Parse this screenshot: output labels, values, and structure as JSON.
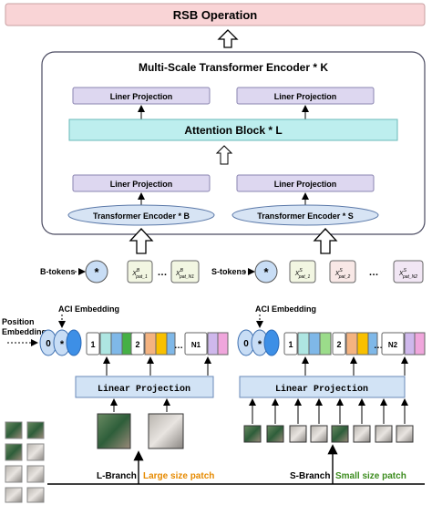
{
  "rsb": {
    "label": "RSB Operation"
  },
  "encoder": {
    "title": "Multi-Scale Transformer Encoder * K",
    "attention_label": "Attention Block * L",
    "liner_projection_label": "Liner Projection",
    "transformer_b_label": "Transformer Encoder * B",
    "transformer_s_label": "Transformer Encoder * S"
  },
  "tokens": {
    "b_label": "B-tokens",
    "s_label": "S-tokens",
    "cls_symbol": "*",
    "ellipsis": "…",
    "b_items": [
      {
        "base": "X",
        "sup": "B",
        "sub": "pat_1"
      },
      {
        "base": "X",
        "sup": "B",
        "sub": "pat_N1"
      }
    ],
    "s_items": [
      {
        "base": "X",
        "sup": "S",
        "sub": "pat_1"
      },
      {
        "base": "X",
        "sup": "S",
        "sub": "pat_2"
      },
      {
        "base": "X",
        "sup": "S",
        "sub": "pat_N2"
      }
    ]
  },
  "embedding": {
    "aci_label": "ACI  Embedding",
    "position_label_line1": "Position",
    "position_label_line2": "Embedding",
    "zero": "0",
    "star": "*",
    "left_indices": [
      "1",
      "2",
      "N1"
    ],
    "right_indices": [
      "1",
      "2",
      "N2"
    ],
    "ellipsis": "…"
  },
  "linear_projection": {
    "label": "Linear Projection"
  },
  "branches": {
    "l_label": "L-Branch",
    "l_patch": "Large size patch",
    "s_label": "S-Branch",
    "s_patch": "Small size patch"
  },
  "colors": {
    "rsb_fill": "#f9d4d6",
    "encoder_bg": "#ffffff",
    "liner_fill": "#ddd7f0",
    "attention_fill": "#bdeeee",
    "transformer_fill": "#d7e4f4",
    "linear_proj_fill": "#d2e3f5",
    "token_b_fill": "#f2f6e2",
    "token_s_fill": "#f8e8e6",
    "ellipse_blue": "#3d8fe6",
    "ellipse_light": "#c8ddf5",
    "patch_green": "#9bdc8a",
    "patch_teal": "#aee6e2",
    "patch_blue": "#7fb8e8",
    "patch_orange": "#f4b380",
    "patch_yellow": "#f8c000",
    "patch_purple": "#cfb8ec",
    "patch_pink": "#f0a6dc",
    "patch_green_strong": "#45b045",
    "large_patch_text": "#e68a00",
    "small_patch_text": "#3c8c1e"
  }
}
